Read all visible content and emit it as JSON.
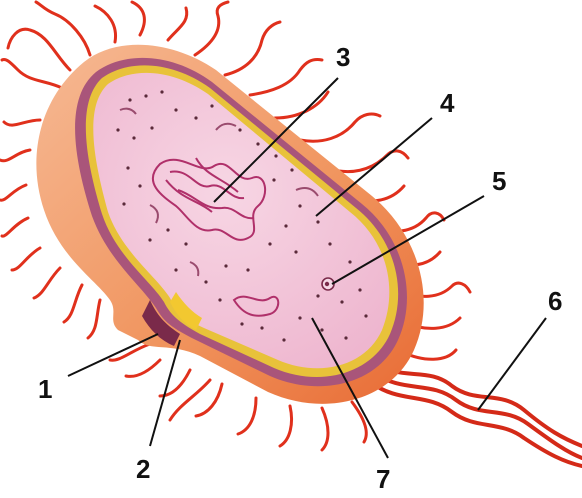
{
  "labels": {
    "l1": "1",
    "l2": "2",
    "l3": "3",
    "l4": "4",
    "l5": "5",
    "l6": "6",
    "l7": "7"
  },
  "colors": {
    "pili": "#e0301c",
    "capsule": "#f0a070",
    "cell_wall": "#a9557a",
    "membrane": "#e8c23a",
    "cytoplasm": "#f2c4d8",
    "nucleoid": "#b0306a",
    "flagellum": "#d42a18",
    "label": "#111111"
  }
}
